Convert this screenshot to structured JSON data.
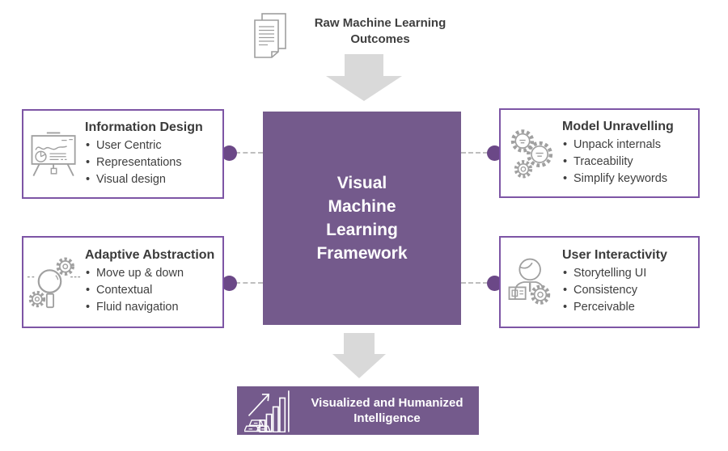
{
  "source": {
    "line1": "Raw Machine Learning",
    "line2": "Outcomes",
    "icon": "documents-icon"
  },
  "center": {
    "lines": [
      "Visual",
      "Machine",
      "Learning",
      "Framework"
    ]
  },
  "boxes": {
    "information_design": {
      "title": "Information Design",
      "bullets": [
        "User Centric",
        "Representations",
        "Visual design"
      ],
      "icon": "presentation-chart-icon"
    },
    "model_unravelling": {
      "title": "Model Unravelling",
      "bullets": [
        "Unpack internals",
        "Traceability",
        "Simplify keywords"
      ],
      "icon": "gears-icon"
    },
    "adaptive_abstraction": {
      "title": "Adaptive Abstraction",
      "bullets": [
        "Move up & down",
        "Contextual",
        "Fluid navigation"
      ],
      "icon": "magnifier-gears-icon"
    },
    "user_interactivity": {
      "title": "User Interactivity",
      "bullets": [
        "Storytelling UI",
        "Consistency",
        "Perceivable"
      ],
      "icon": "person-gear-icon"
    }
  },
  "output": {
    "line1": "Visualized and Humanized",
    "line2": "Intelligence",
    "icon": "growth-chart-icon"
  },
  "colors": {
    "accent_purple": "#745a8c",
    "box_border_purple": "#7d55a5",
    "connector_dot_purple": "#6b4887",
    "dashed_line_gray": "#bebebe",
    "arrow_gray": "#d9d9d9",
    "icon_gray": "#a0a0a0",
    "text_dark": "#3f3f3f"
  }
}
